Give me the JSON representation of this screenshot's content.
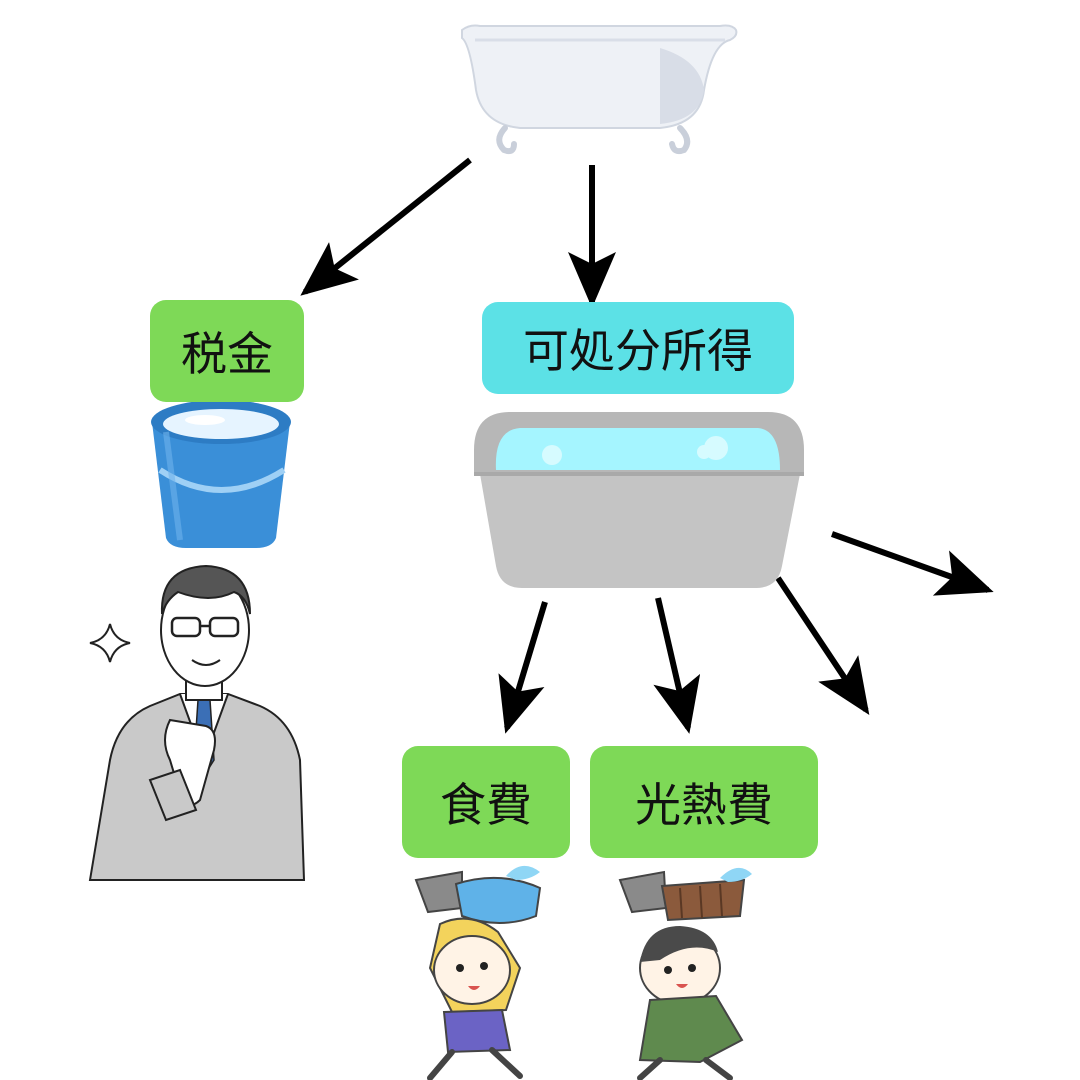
{
  "labels": {
    "tax": "税金",
    "disposable_income": "可処分所得",
    "food": "食費",
    "utilities": "光熱費"
  },
  "colors": {
    "label_green": "#7ed957",
    "label_cyan": "#5ce1e6",
    "arrow": "#000000",
    "bucket_blue": "#3a8fd8",
    "tub_gray": "#c4c4c4",
    "water_light": "#a5f5ff"
  },
  "icons": {
    "source": "clawfoot-bathtub-icon",
    "tax_container": "bucket-icon",
    "tax_recipient": "businessman-icon",
    "income_container": "filled-bathtub-icon",
    "food_carrier": "girl-carrying-bucket-icon",
    "utilities_carrier": "person-carrying-tub-icon"
  }
}
